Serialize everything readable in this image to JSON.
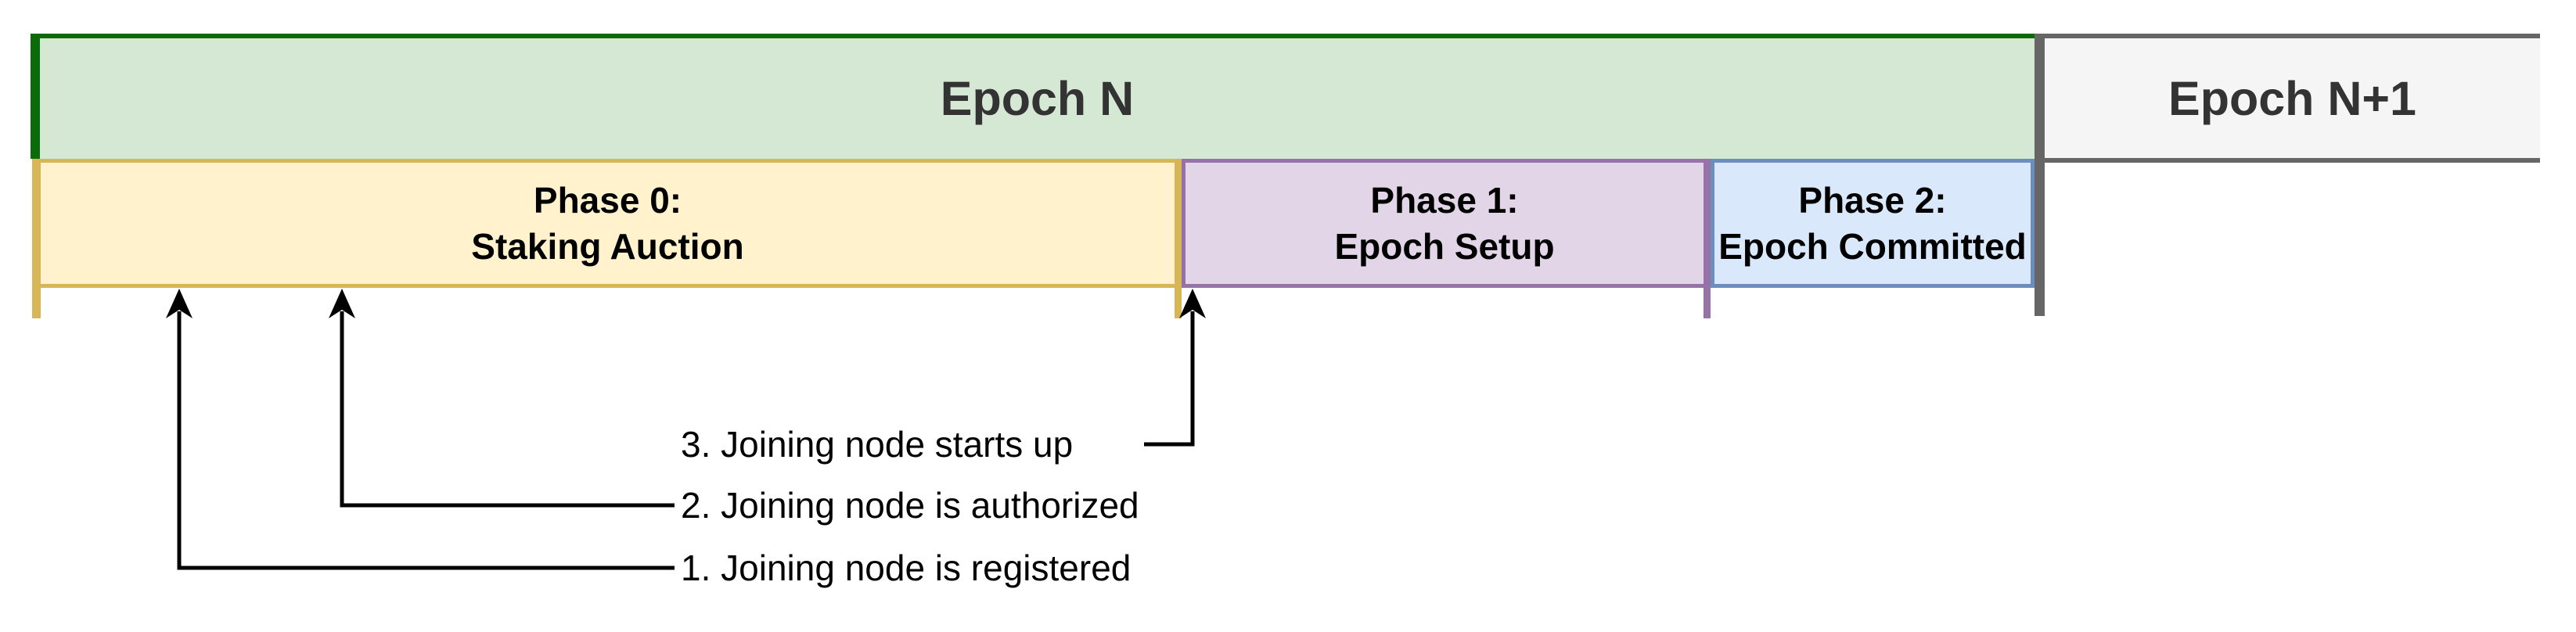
{
  "diagram": {
    "title_implied": "Epoch phase timeline",
    "epochs": [
      {
        "label": "Epoch N"
      },
      {
        "label": "Epoch N+1"
      }
    ],
    "phases": [
      {
        "line1": "Phase 0:",
        "line2": "Staking Auction"
      },
      {
        "line1": "Phase 1:",
        "line2": "Epoch Setup"
      },
      {
        "line1": "Phase 2:",
        "line2": "Epoch Committed"
      }
    ],
    "annotations": [
      {
        "label": "1. Joining node is registered"
      },
      {
        "label": "2. Joining node is authorized"
      },
      {
        "label": "3. Joining node starts up"
      }
    ],
    "colors": {
      "epoch_n_fill": "#d5e8d4",
      "epoch_n_border": "#0b6b0b",
      "epoch_n1_fill": "#f5f5f5",
      "epoch_n1_border": "#666666",
      "phase0_fill": "#fff2cc",
      "phase0_border": "#d6b656",
      "phase1_fill": "#e1d5e7",
      "phase1_border": "#9673a6",
      "phase2_fill": "#dae8fc",
      "phase2_border": "#6c8ebf",
      "epoch_text": "#333333",
      "phase_text": "#000000",
      "arrow": "#000000",
      "background": "#ffffff"
    }
  }
}
